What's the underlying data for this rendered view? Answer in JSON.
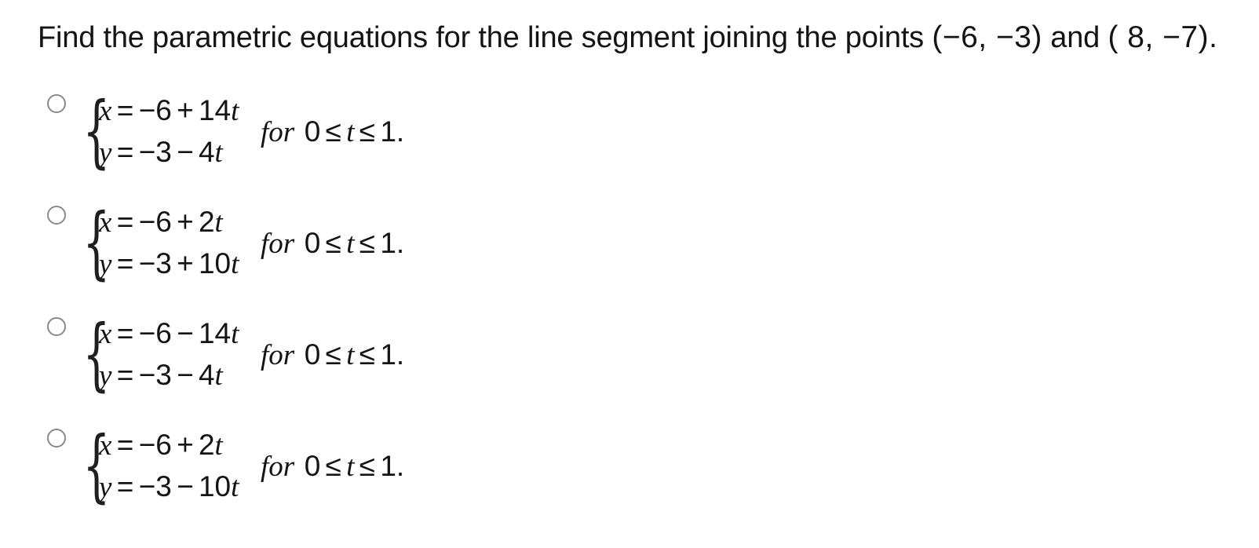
{
  "page": {
    "background": "#ffffff",
    "text_color": "#141414",
    "radio_border_color": "#8a8a8a"
  },
  "question": {
    "prefix": "Find the parametric equations for the line segment joining the points",
    "point1": "(−6, −3)",
    "conjunction": "and",
    "point2": "( 8, −7)."
  },
  "symbols": {
    "system_brace": "{"
  },
  "options": [
    {
      "equations": {
        "x": "x = −6 + 14t",
        "y": "y = −3 − 4t"
      },
      "constraint": "for  0 ≤ t ≤ 1.",
      "selected": false
    },
    {
      "equations": {
        "x": "x = −6 + 2t",
        "y": "y = −3 + 10t"
      },
      "constraint": "for  0 ≤ t ≤ 1.",
      "selected": false
    },
    {
      "equations": {
        "x": "x = −6 − 14t",
        "y": "y = −3 − 4t"
      },
      "constraint": "for  0 ≤ t ≤ 1.",
      "selected": false
    },
    {
      "equations": {
        "x": "x = −6 + 2t",
        "y": "y = −3 − 10t"
      },
      "constraint": "for  0 ≤ t ≤ 1.",
      "selected": false
    }
  ]
}
